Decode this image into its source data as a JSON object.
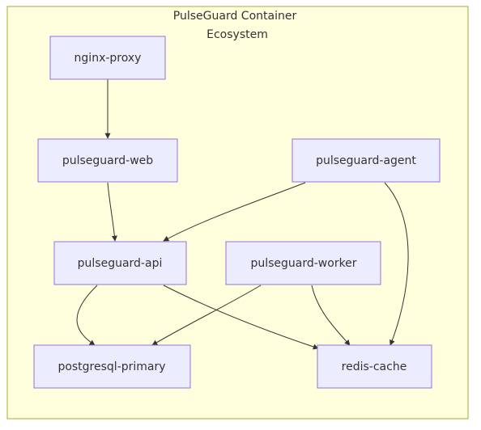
{
  "cluster": {
    "title_line1": "PulseGuard Container",
    "title_line2": "Ecosystem"
  },
  "nodes": {
    "nginx_proxy": "nginx-proxy",
    "pulseguard_web": "pulseguard-web",
    "pulseguard_agent": "pulseguard-agent",
    "pulseguard_api": "pulseguard-api",
    "pulseguard_worker": "pulseguard-worker",
    "postgresql_primary": "postgresql-primary",
    "redis_cache": "redis-cache"
  },
  "edges": [
    {
      "from": "nginx-proxy",
      "to": "pulseguard-web"
    },
    {
      "from": "pulseguard-web",
      "to": "pulseguard-api"
    },
    {
      "from": "pulseguard-agent",
      "to": "pulseguard-api"
    },
    {
      "from": "pulseguard-agent",
      "to": "redis-cache"
    },
    {
      "from": "pulseguard-api",
      "to": "postgresql-primary"
    },
    {
      "from": "pulseguard-api",
      "to": "redis-cache"
    },
    {
      "from": "pulseguard-worker",
      "to": "postgresql-primary"
    },
    {
      "from": "pulseguard-worker",
      "to": "redis-cache"
    }
  ],
  "colors": {
    "cluster_fill": "#ffffde",
    "cluster_stroke": "#aaaa33",
    "node_fill": "#ececff",
    "node_stroke": "#9370db",
    "edge": "#333333",
    "text": "#333333"
  }
}
